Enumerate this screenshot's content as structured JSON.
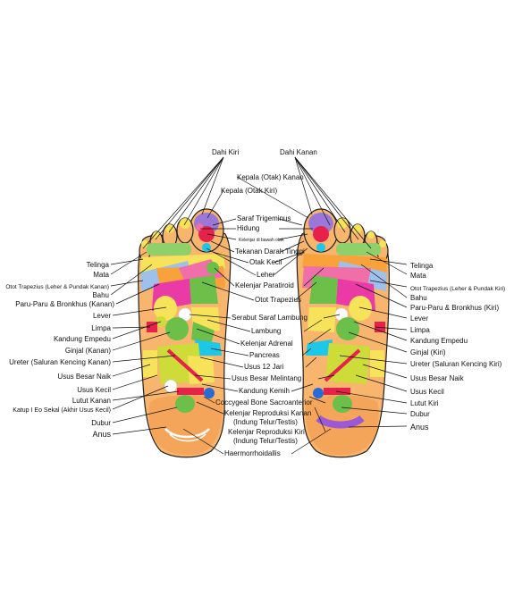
{
  "labels": {
    "dahi_kiri": "Dahi Kiri",
    "dahi_kanan": "Dahi Kanan",
    "kepala_kanan": "Kepala (Otak) Kanan",
    "kepala_kiri": "Kepala (Otak Kiri)",
    "saraf_trigeminus": "Saraf Trigeminus",
    "hidung": "Hidung",
    "kelenjar_bawah_otak": "Kelenjar di bawah otak",
    "tekanan_darah": "Tekanan Darah Tinggi",
    "otak_kecil": "Otak Kecil",
    "leher": "Leher",
    "paratiroid": "Kelenjar Paratiroid",
    "otot_trapezius": "Otot Trapezius",
    "serabut_saraf": "Serabut Saraf Lambung",
    "lambung": "Lambung",
    "adrenal": "Kelenjar Adrenal",
    "pancreas": "Pancreas",
    "usus_12": "Usus 12 Jari",
    "usus_melintang": "Usus Besar Melintang",
    "kandung_kemih": "Kandung Kemih",
    "coccygeal": "Coccygeal Bone Sacroanterior",
    "repro_kanan_1": "Kelenjar Reproduksi Kanan",
    "repro_kanan_2": "(Indung Telur/Testis)",
    "repro_kiri_1": "Kelenjar Reproduksi Kiri",
    "repro_kiri_2": "(Indung Telur/Testis)",
    "haemorrhoidallis": "Haermorrhoidallis",
    "left": {
      "telinga": "Telinga",
      "mata": "Mata",
      "trapezius": "Otot Trapezius (Leher & Pundak Kanan)",
      "bahu": "Bahu",
      "paru": "Paru-Paru & Bronkhus (Kanan)",
      "lever": "Lever",
      "limpa": "Limpa",
      "empedu": "Kandung Empedu",
      "ginjal": "Ginjal (Kanan)",
      "ureter": "Ureter (Saluran Kencing Kanan)",
      "usus_naik": "Usus Besar Naik",
      "usus_kecil": "Usus Kecil",
      "lutut": "Lutut Kanan",
      "katup": "Katup I Eo Sekal (Akhir Usus Kecil)",
      "dubur": "Dubur",
      "anus": "Anus"
    },
    "right": {
      "telinga": "Telinga",
      "mata": "Mata",
      "trapezius": "Otot Trapezius (Leher & Pundak Kiri)",
      "bahu": "Bahu",
      "paru": "Paru-Paru & Bronkhus (Kiri)",
      "lever": "Lever",
      "limpa": "Limpa",
      "empedu": "Kandung Empedu",
      "ginjal": "Ginjal (Kiri)",
      "ureter": "Ureter (Saluran Kencing Kiri)",
      "usus_naik": "Usus Besar Naik",
      "usus_kecil": "Usus Kecil",
      "lutut": "Lutut Kiri",
      "dubur": "Dubur",
      "anus": "Anus"
    }
  },
  "colors": {
    "foot_base": "#f7b56d",
    "heel": "#f5a55a",
    "outline": "#222222"
  }
}
